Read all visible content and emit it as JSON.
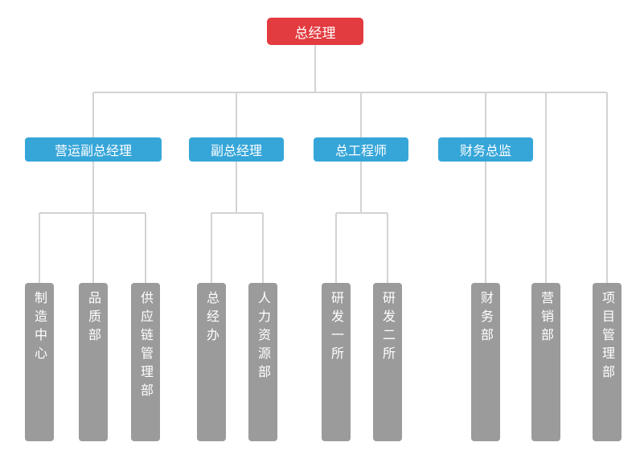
{
  "colors": {
    "root_bg": "#e23b40",
    "manager_bg": "#36a6d9",
    "department_bg": "#9b9b9b",
    "line": "#d3d3d3",
    "node_text": "#ffffff",
    "canvas_bg": "#ffffff"
  },
  "org_chart": {
    "type": "organization-chart",
    "root": {
      "label": "总经理"
    },
    "managers": [
      {
        "label": "营运副总经理",
        "reports_to": "总经理"
      },
      {
        "label": "副总经理",
        "reports_to": "总经理"
      },
      {
        "label": "总工程师",
        "reports_to": "总经理"
      },
      {
        "label": "财务总监",
        "reports_to": "总经理"
      }
    ],
    "departments": [
      {
        "label": "制造中心",
        "reports_to": "营运副总经理"
      },
      {
        "label": "品质部",
        "reports_to": "营运副总经理"
      },
      {
        "label": "供应链管理部",
        "reports_to": "营运副总经理"
      },
      {
        "label": "总经办",
        "reports_to": "副总经理"
      },
      {
        "label": "人力资源部",
        "reports_to": "副总经理"
      },
      {
        "label": "研发一所",
        "reports_to": "总工程师"
      },
      {
        "label": "研发二所",
        "reports_to": "总工程师"
      },
      {
        "label": "财务部",
        "reports_to": "财务总监"
      },
      {
        "label": "营销部",
        "reports_to": "总经理"
      },
      {
        "label": "项目管理部",
        "reports_to": "总经理"
      }
    ]
  }
}
